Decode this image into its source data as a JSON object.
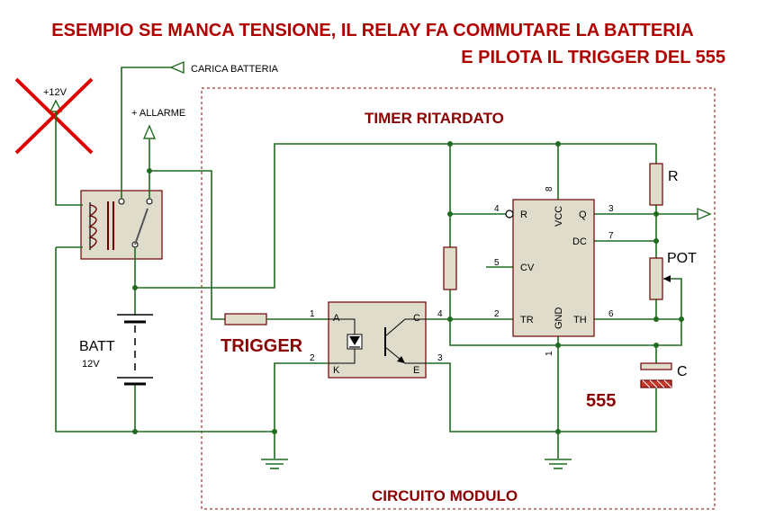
{
  "title": {
    "line1": "ESEMPIO SE MANCA TENSIONE, IL RELAY FA COMMUTARE LA BATTERIA",
    "line2": "E PILOTA IL TRIGGER DEL 555"
  },
  "labels": {
    "plus12v": "+12V",
    "carica_batteria": "CARICA BATTERIA",
    "allarme": "+ ALLARME",
    "timer_ritardato": "TIMER RITARDATO",
    "batt": "BATT",
    "batt_voltage": "12V",
    "trigger": "TRIGGER",
    "r": "R",
    "pot": "POT",
    "c": "C",
    "ic_name": "555",
    "circuito_modulo": "CIRCUITO MODULO"
  },
  "ic555": {
    "pin_r": "R",
    "pin_cv": "CV",
    "pin_tr": "TR",
    "pin_q": "Q",
    "pin_dc": "DC",
    "pin_th": "TH",
    "pin_vcc": "VCC",
    "pin_gnd": "GND",
    "num_4": "4",
    "num_5": "5",
    "num_2": "2",
    "num_3": "3",
    "num_7": "7",
    "num_6": "6",
    "num_8": "8",
    "num_1": "1"
  },
  "opto": {
    "pin_a": "A",
    "pin_k": "K",
    "pin_c": "C",
    "pin_e": "E",
    "num_1": "1",
    "num_2": "2",
    "num_3": "3",
    "num_4": "4"
  },
  "colors": {
    "wire": "#1f6b1f",
    "title_text": "#b00000",
    "label_red": "#8b0000",
    "component_fill": "#e0dccb",
    "cross": "#e00000"
  }
}
